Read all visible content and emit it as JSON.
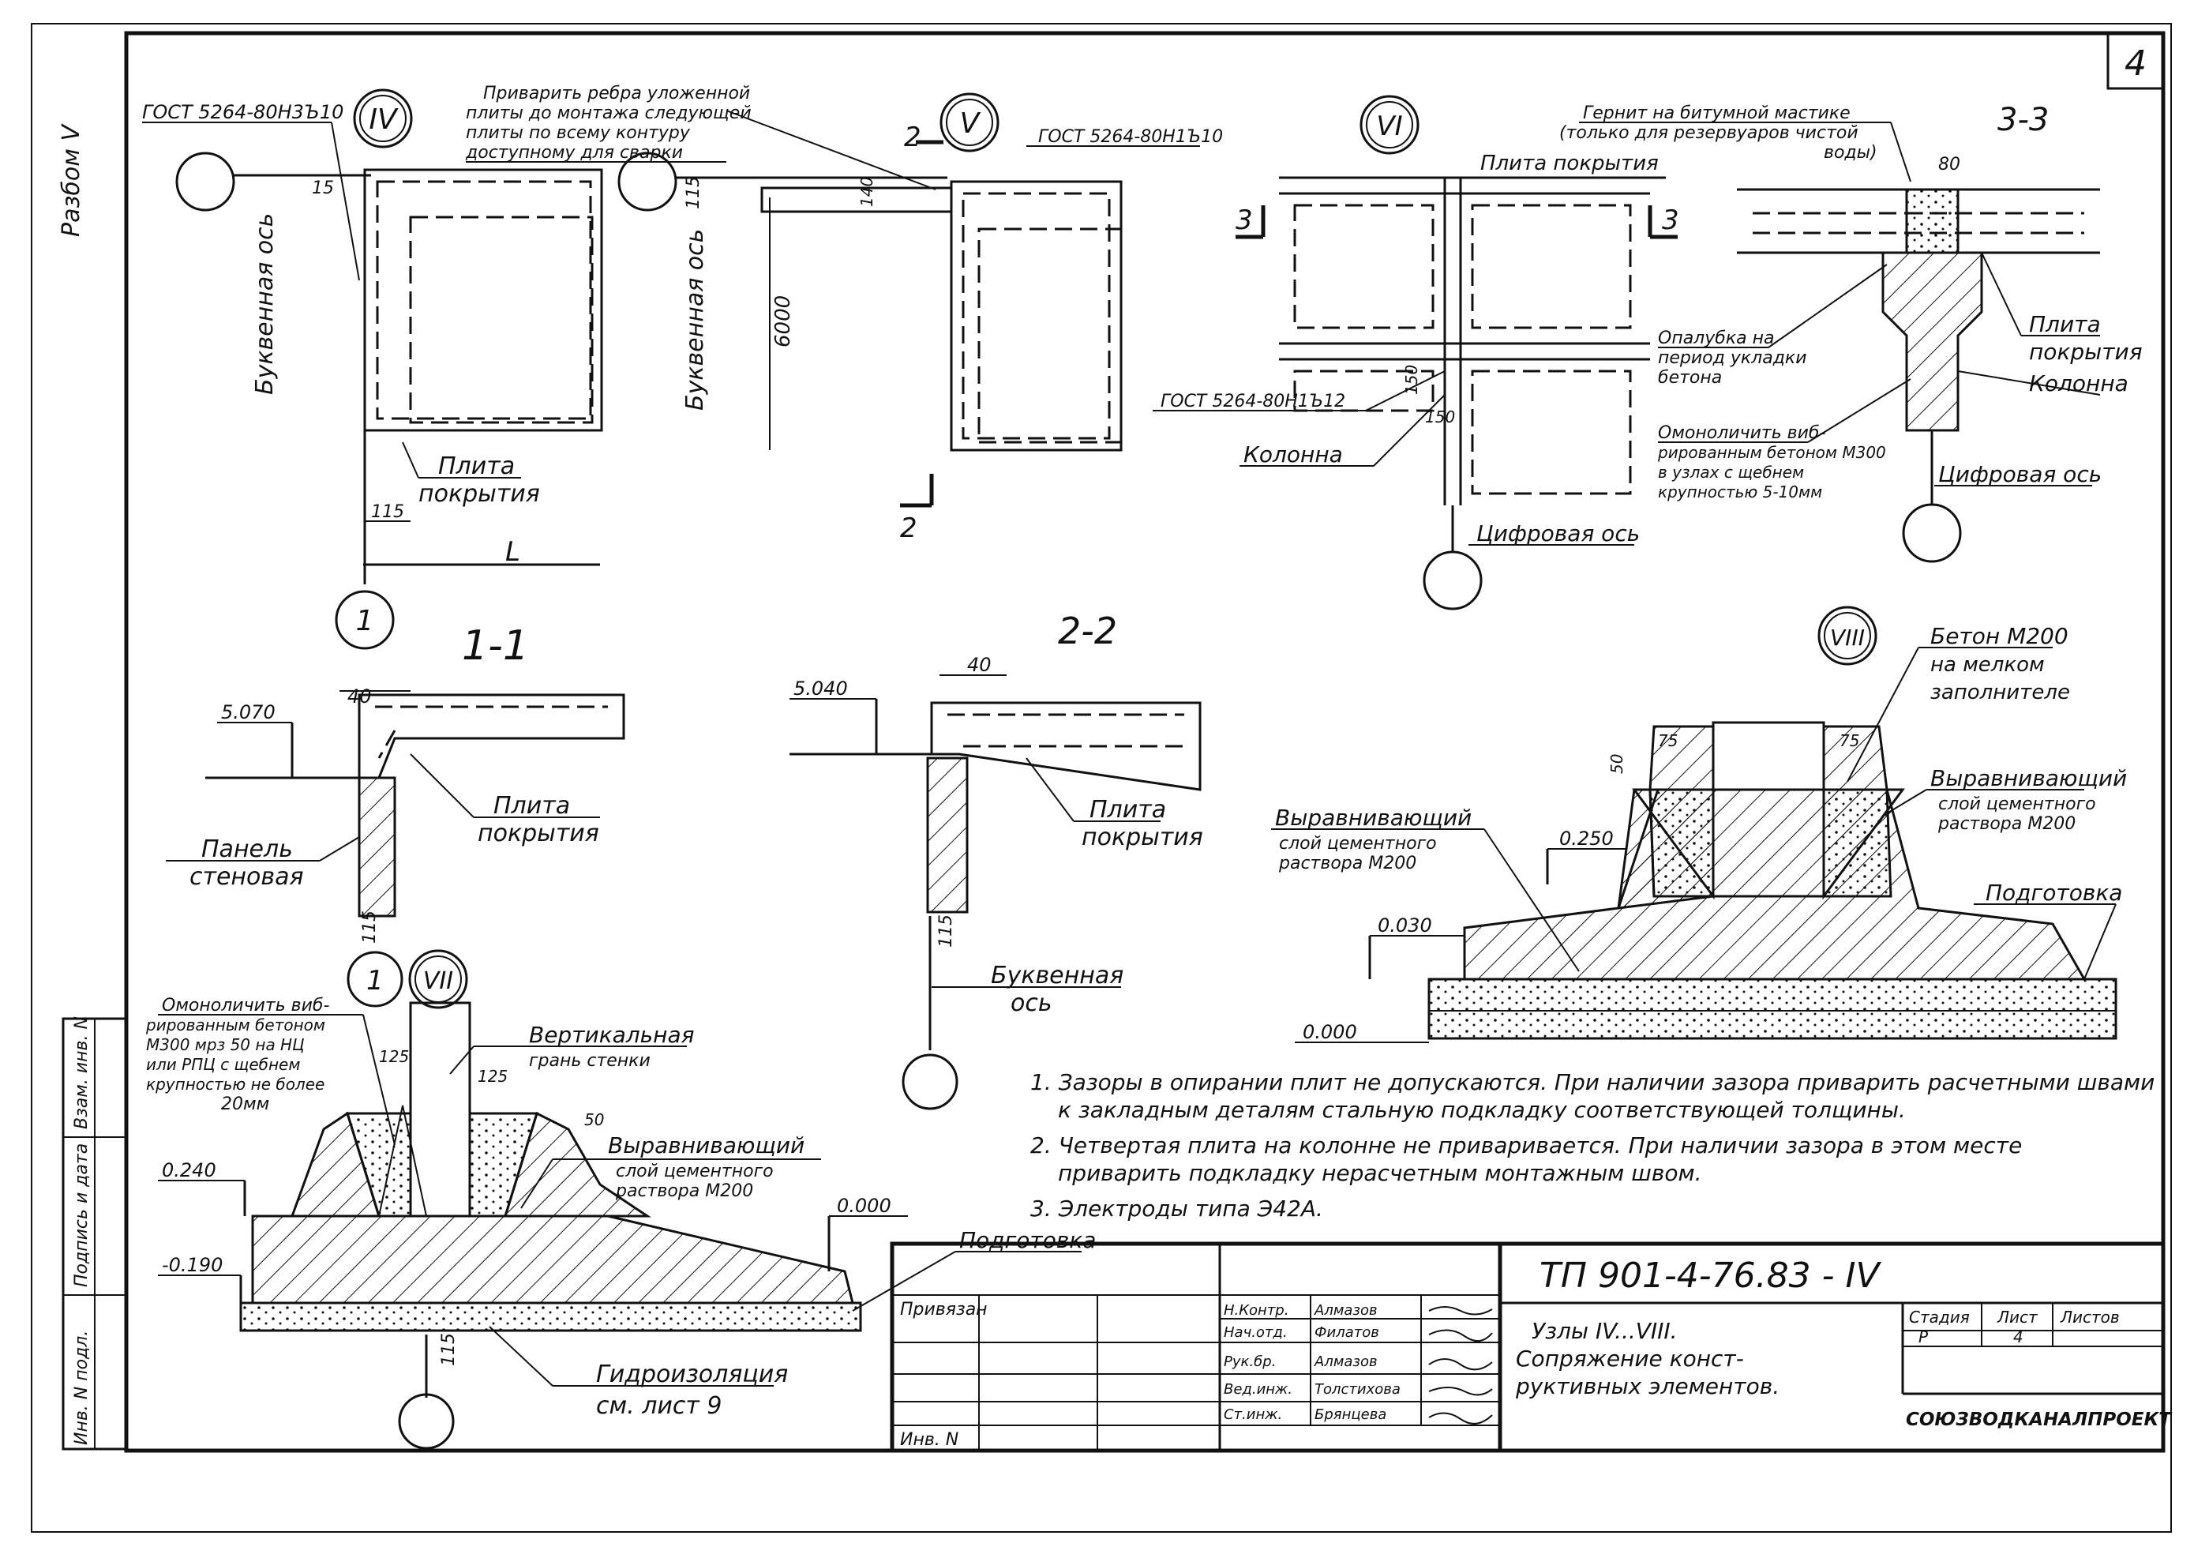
{
  "sheet": {
    "sheet_no": "4",
    "document_code": "ТП 901-4-76.83 - IV",
    "organization": "СОЮЗВОДКАНАЛПРОЕКТ",
    "left_margin_label": "Разбом V",
    "side_stamp": [
      "Инв. N подл.",
      "Подпись и дата",
      "Взам. инв. N"
    ]
  },
  "nodes": {
    "IV": {
      "marker": "IV",
      "gost": "ГОСТ 5264-80Н3Ъ10",
      "axis_label": "Буквенная ось",
      "plate_label": [
        "Плита",
        "покрытия"
      ],
      "dim_115": "115",
      "dim_15": "15",
      "dim_L": "L",
      "axis_marker": "1"
    },
    "V": {
      "marker": "V",
      "weld_note": [
        "Приварить ребра уложенной",
        "плиты до монтажа следующей",
        "плиты по всему контуру",
        "доступному для сварки"
      ],
      "gost": "ГОСТ 5264-80Н1Ъ10",
      "axis_label": "Буквенная ось",
      "dim_115": "115",
      "dim_6000": "6000",
      "dim_140": "140",
      "section_mark": "2"
    },
    "VI": {
      "marker": "VI",
      "gost": "ГОСТ 5264-80Н1Ъ12",
      "plate_label": "Плита покрытия",
      "column_label": "Колонна",
      "axis_label": "Цифровая ось",
      "dim_150a": "150",
      "dim_150b": "150",
      "section_mark": "3"
    },
    "VII": {
      "marker": "VII",
      "monolith_note": [
        "Омоноличить виб-",
        "рированным бетоном",
        "М300 мрз 50 на НЦ",
        "или РПЦ с щебнем",
        "крупностью не более",
        "20мм"
      ],
      "wall_face": [
        "Вертикальная",
        "грань стенки"
      ],
      "leveling": [
        "Выравнивающий",
        "слой цементного",
        "раствора М200"
      ],
      "prep": "Подготовка",
      "waterproof": [
        "Гидроизоляция",
        "см. лист 9"
      ],
      "lvl_0240": "0.240",
      "lvl_m0190": "-0.190",
      "lvl_0000": "0.000",
      "dim_125a": "125",
      "dim_125b": "125",
      "dim_50": "50",
      "dim_115": "115"
    },
    "VIII": {
      "marker": "VIII",
      "concrete": [
        "Бетон М200",
        "на мелком",
        "заполнителе"
      ],
      "leveling_right": [
        "Выравнивающий",
        "слой цементного",
        "раствора М200"
      ],
      "leveling_left": [
        "Выравнивающий",
        "слой цементного",
        "раствора М200"
      ],
      "prep": "Подготовка",
      "lvl_0250": "0.250",
      "lvl_0030": "0.030",
      "lvl_0000": "0.000",
      "dim_75a": "75",
      "dim_75b": "75",
      "dim_50": "50"
    }
  },
  "sections": {
    "s11": {
      "title": "1-1",
      "lvl": "5.070",
      "dim_40": "40",
      "dim_115": "115",
      "plate": [
        "Плита",
        "покрытия"
      ],
      "panel": [
        "Панель",
        "стеновая"
      ]
    },
    "s22": {
      "title": "2-2",
      "lvl": "5.040",
      "dim_40": "40",
      "dim_115": "115",
      "plate": [
        "Плита",
        "покрытия"
      ],
      "axis": [
        "Буквенная",
        "ось"
      ]
    },
    "s33": {
      "title": "3-3",
      "hernit": [
        "Гернит на битумной мастике",
        "(только для резервуаров чистой",
        "воды)"
      ],
      "dim_80": "80",
      "plate": [
        "Плита",
        "покрытия"
      ],
      "column": "Колонна",
      "formwork": [
        "Опалубка на",
        "период укладки",
        "бетона"
      ],
      "monolith": [
        "Омоноличить виб-",
        "рированным бетоном М300",
        "в узлах с щебнем",
        "крупностью 5-10мм"
      ],
      "axis": "Цифровая ось"
    }
  },
  "notes": [
    "1. Зазоры в опирании плит не допускаются. При наличии зазора приварить расчетными швами",
    "к закладным деталям стальную подкладку соответствующей толщины.",
    "2. Четвертая плита на колонне не приваривается. При наличии зазора в этом месте",
    "приварить подкладку нерасчетным монтажным швом.",
    "3. Электроды типа Э42А."
  ],
  "title_block": {
    "bound": "Привязан",
    "inv": "Инв. N",
    "rows": [
      {
        "role": "Н.Контр.",
        "name": "Алмазов"
      },
      {
        "role": "Нач.отд.",
        "name": "Филатов"
      },
      {
        "role": "Рук.бр.",
        "name": "Алмазов"
      },
      {
        "role": "Вед.инж.",
        "name": "Толстихова"
      },
      {
        "role": "Ст.инж.",
        "name": "Брянцева"
      }
    ],
    "drawing_title": [
      "Узлы IV...VIII.",
      "Сопряжение конст-",
      "руктивных элементов."
    ],
    "stage_h": "Стадия",
    "sheet_h": "Лист",
    "sheets_h": "Листов",
    "stage_v": "Р",
    "sheet_v": "4",
    "sheets_v": ""
  }
}
